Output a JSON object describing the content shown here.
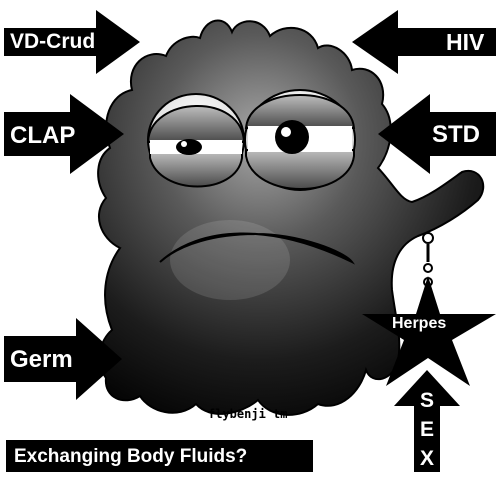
{
  "labels": {
    "vd_crud": "VD-Crud",
    "hiv": "HIV",
    "clap": "CLAP",
    "std": "STD",
    "germ": "Germ",
    "herpes": "Herpes"
  },
  "vertical_word": [
    "S",
    "E",
    "X"
  ],
  "credit": "flybenji tm",
  "caption": "Exchanging Body Fluids?",
  "colors": {
    "arrow": "#000000",
    "label_text": "#ffffff",
    "background": "#ffffff",
    "germ_body_dark": "#111111",
    "germ_body_light": "#9a9a9a"
  }
}
